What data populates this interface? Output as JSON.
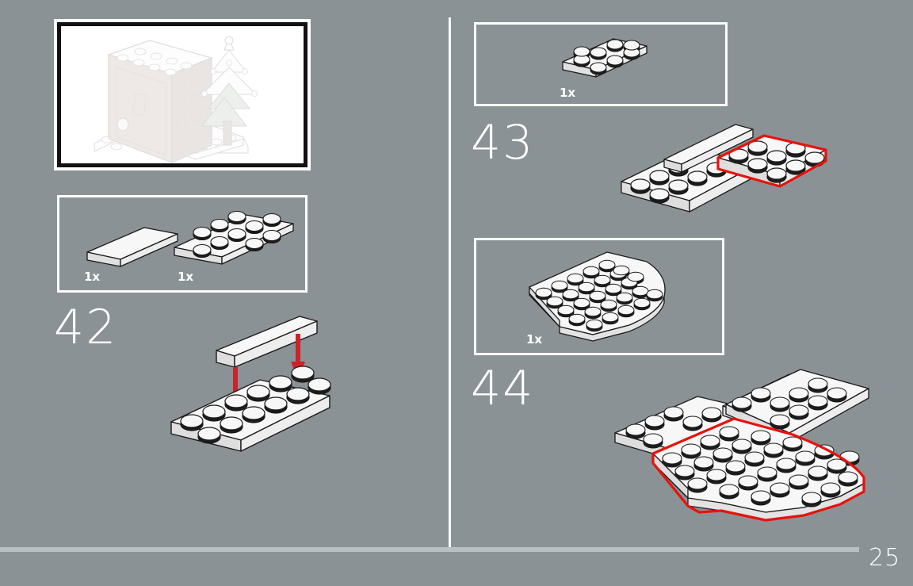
{
  "document": {
    "type": "lego-building-instructions",
    "page_number": "25"
  },
  "colors": {
    "background": "#8a9296",
    "callout_border": "#ffffff",
    "divider": "#ffffff",
    "footer_rule": "#b9c0c4",
    "step_number_text": "#ffffff",
    "arrow_red": "#cc2229",
    "highlight_red": "#e8120c",
    "brick_light": "#f2f2f2",
    "brick_outline": "#1a1a1a",
    "stud_top_shadow": "#1c1c1c",
    "preview_frame": "#111111"
  },
  "preview": {
    "name": "finished-model-preview",
    "description": "completed build: brown door with white plates on top and a green christmas tree on a white base"
  },
  "left_column": {
    "step": {
      "number": "42",
      "parts_callout": {
        "parts": [
          {
            "label": "1x",
            "part": "tile-1x4-smooth"
          },
          {
            "label": "1x",
            "part": "plate-2x6"
          }
        ]
      },
      "build": {
        "arrows": 2,
        "arrow_direction": "down"
      }
    }
  },
  "right_column": {
    "steps": [
      {
        "number": "43",
        "parts_callout": {
          "parts": [
            {
              "label": "1x",
              "part": "plate-2x4"
            }
          ]
        },
        "build": {
          "highlighted_part": "plate-2x4"
        }
      },
      {
        "number": "44",
        "parts_callout": {
          "parts": [
            {
              "label": "1x",
              "part": "plate-6x6-round-corner"
            }
          ]
        },
        "build": {
          "highlighted_part": "plate-6x6-round-corner"
        }
      }
    ]
  }
}
